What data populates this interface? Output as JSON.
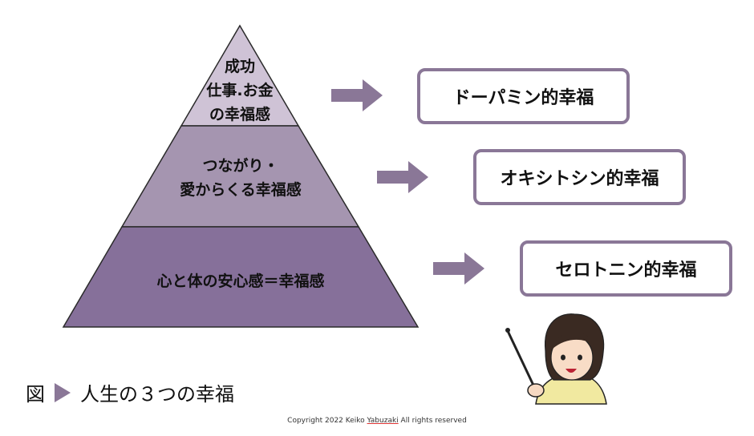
{
  "pyramid": {
    "top": {
      "lines": [
        "成功",
        "仕事.お金",
        "の幸福感"
      ],
      "color": "#cfc3d6"
    },
    "middle": {
      "lines": [
        "つながり・",
        "愛からくる幸福感"
      ],
      "color": "#a595b0"
    },
    "bottom": {
      "lines": [
        "心と体の安心感＝幸福感"
      ],
      "color": "#86709a"
    }
  },
  "boxes": [
    {
      "label": "ドーパミン的幸福"
    },
    {
      "label": "オキシトシン的幸福"
    },
    {
      "label": "セロトニン的幸福"
    }
  ],
  "caption": {
    "prefix": "図",
    "text": "人生の３つの幸福"
  },
  "copyright": {
    "before": "Copyright 2022 Keiko ",
    "name": "Yabuzaki",
    "after": " All rights reserved"
  },
  "colors": {
    "arrow": "#8a7797",
    "border": "#8a7797"
  }
}
